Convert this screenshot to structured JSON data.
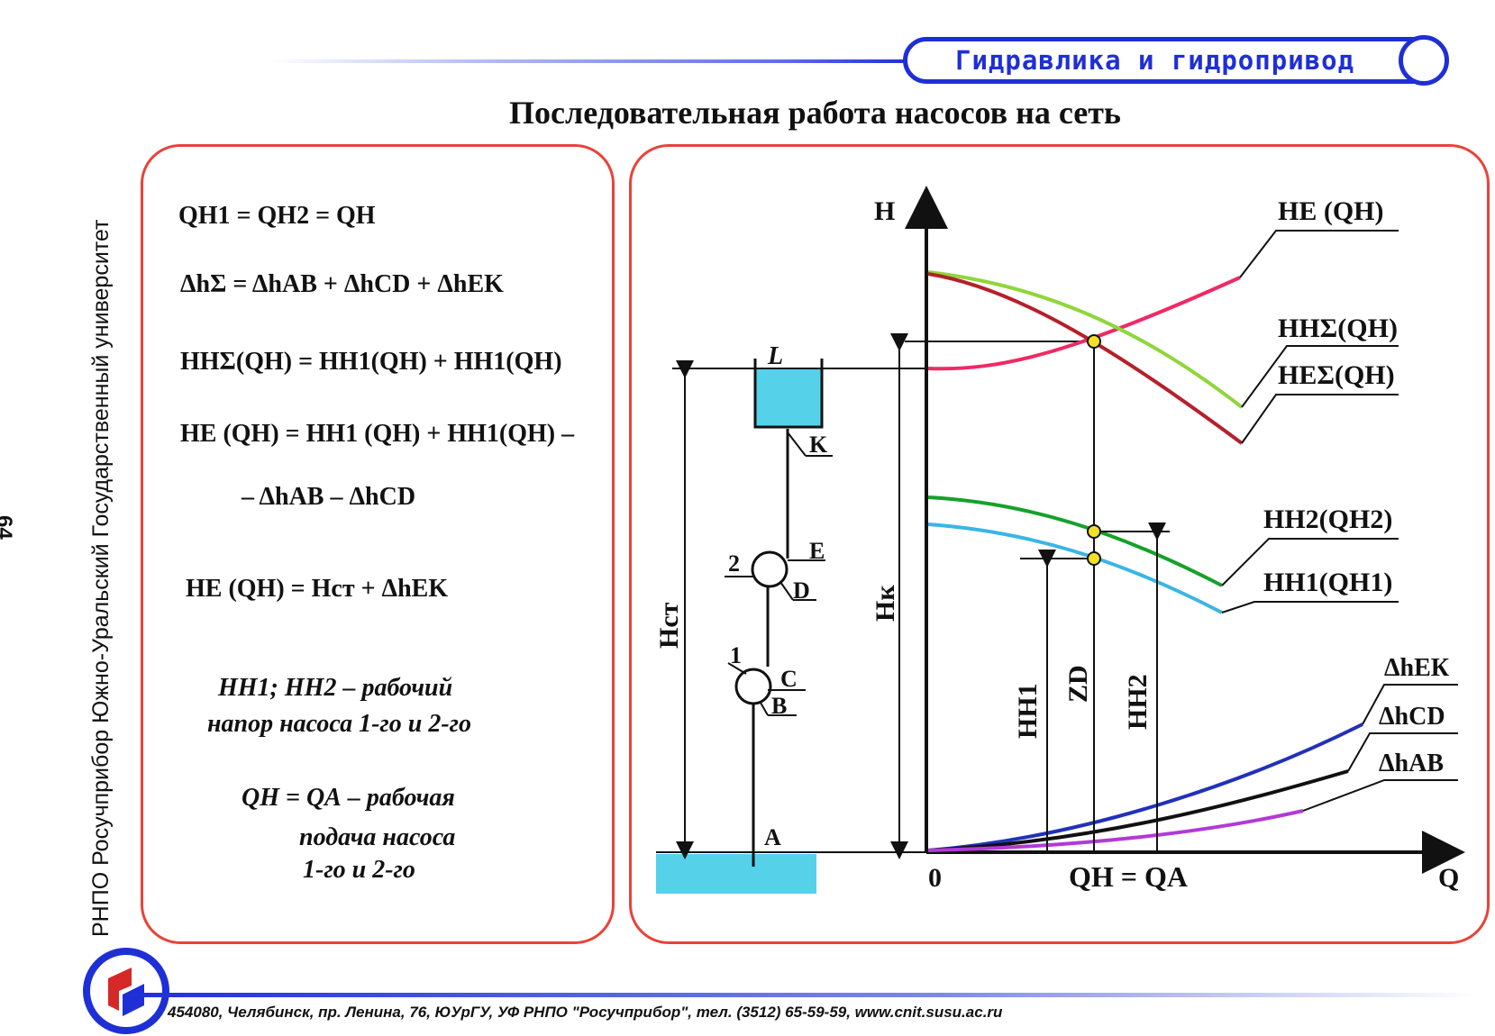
{
  "header": {
    "course": "Гидравлика и гидропривод"
  },
  "title": "Последовательная работа насосов на сеть",
  "sidebar": {
    "org": "РНПО Росучприбор     Южно-Уральский Государственный университет",
    "page_number": "64"
  },
  "formulas": {
    "f1": "QН1 = QН2 = QН",
    "f2": "ΔhΣ = ΔhAB + ΔhCD + ΔhEK",
    "f3": "HНΣ(QН) = HН1(QН) + HН1(QН)",
    "f4a": "HE (QН) = HН1 (QН) + HН1(QН) –",
    "f4b": "– ΔhAB – ΔhCD",
    "f5": "HE (QН) = Hст + ΔhEK",
    "note1a": "HН1;   HН2 – рабочий",
    "note1b": "напор насоса 1-го и 2-го",
    "note2a": "QН = QА – рабочая",
    "note2b": "подача насоса",
    "note2c": "1-го и 2-го"
  },
  "scheme": {
    "points": {
      "L": "L",
      "K": "K",
      "E": "E",
      "D": "D",
      "C": "C",
      "B": "B",
      "A": "A",
      "pump2": "2",
      "pump1": "1"
    },
    "hst": "Hст",
    "hk": "Hк"
  },
  "graph": {
    "axis_h": "H",
    "axis_q": "Q",
    "origin": "0",
    "q_label": "QН  =  QА",
    "hn1": "HН1",
    "zd": "ZD",
    "hn2": "HН2",
    "curves": {
      "he": "HЕ (QН)",
      "hns": "HНΣ(QН)",
      "hes": "HЕΣ(QН)",
      "hn2": "HН2(QН2)",
      "hn1": "HН1(QН1)",
      "dhek": "ΔhЕК",
      "dhcd": "ΔhCD",
      "dhab": "ΔhАВ"
    },
    "colors": {
      "he": "#ee2a64",
      "hns": "#8fd63a",
      "hes": "#b5202a",
      "hn2": "#16a12a",
      "hn1": "#3bb5e6",
      "dhek": "#2231b8",
      "dhcd": "#111111",
      "dhab": "#b23ad6"
    }
  },
  "footer": "454080, Челябинск, пр. Ленина, 76, ЮУрГУ, УФ РНПО \"Росучприбор\", тел. (3512) 65-59-59, www.cnit.susu.ac.ru"
}
